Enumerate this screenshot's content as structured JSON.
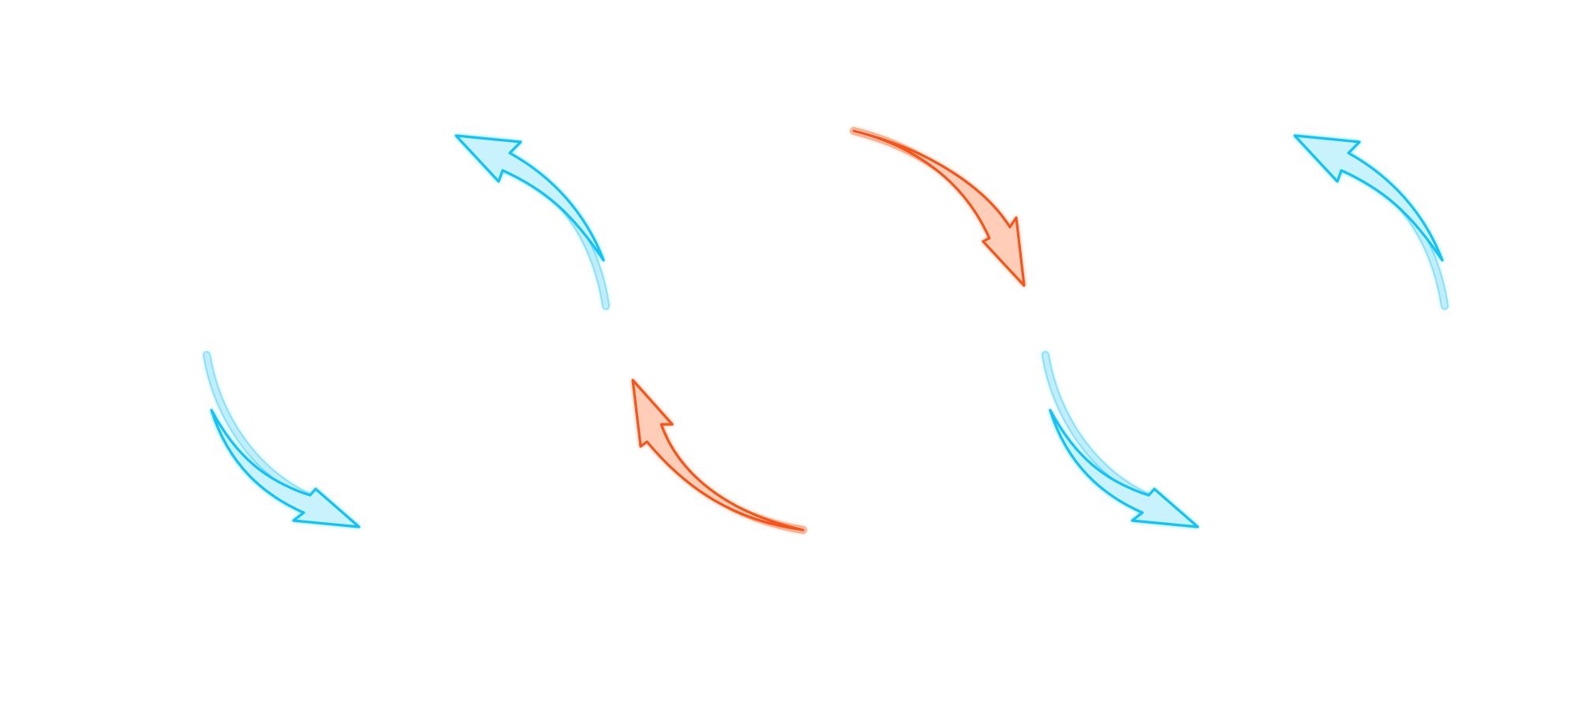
{
  "colors": {
    "background": "#ffffff",
    "cyan_stroke": "#12c2f2",
    "cyan_fill": "#c9f2ff",
    "orange_stroke": "#f2561a",
    "orange_fill": "#ffcdb8"
  },
  "arrows": [
    {
      "icon": "curved-arrow-icon",
      "color": "cyan",
      "direction": "up-left"
    },
    {
      "icon": "curved-arrow-icon",
      "color": "cyan",
      "direction": "down-right"
    },
    {
      "icon": "curved-arrow-icon",
      "color": "orange",
      "direction": "down"
    },
    {
      "icon": "curved-arrow-icon",
      "color": "orange",
      "direction": "up"
    },
    {
      "icon": "curved-arrow-icon",
      "color": "cyan",
      "direction": "up-left"
    },
    {
      "icon": "curved-arrow-icon",
      "color": "cyan",
      "direction": "down-right"
    }
  ]
}
